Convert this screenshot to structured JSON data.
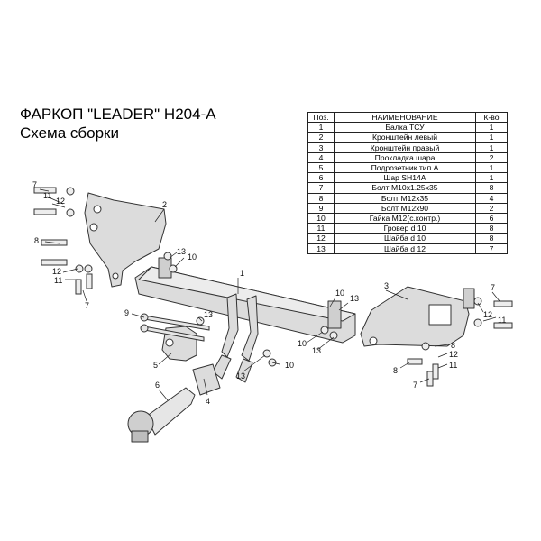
{
  "title": {
    "line1": "ФАРКОП \"LEADER\" H204-A",
    "line2": "Схема сборки"
  },
  "parts_table": {
    "headers": [
      "Поз.",
      "НАИМЕНОВАНИЕ",
      "К-во"
    ],
    "rows": [
      [
        "1",
        "Балка ТСУ",
        "1"
      ],
      [
        "2",
        "Кронштейн левый",
        "1"
      ],
      [
        "3",
        "Кронштейн правый",
        "1"
      ],
      [
        "4",
        "Прокладка шара",
        "2"
      ],
      [
        "5",
        "Подрозетник тип А",
        "1"
      ],
      [
        "6",
        "Шар SH14A",
        "1"
      ],
      [
        "7",
        "Болт М10х1.25х35",
        "8"
      ],
      [
        "8",
        "Болт М12х35",
        "4"
      ],
      [
        "9",
        "Болт М12х90",
        "2"
      ],
      [
        "10",
        "Гайка М12(с.контр.)",
        "6"
      ],
      [
        "11",
        "Гровер d 10",
        "8"
      ],
      [
        "12",
        "Шайба d 10",
        "8"
      ],
      [
        "13",
        "Шайба d 12",
        "7"
      ]
    ]
  },
  "callouts": {
    "c1": "1",
    "c2": "2",
    "c3": "3",
    "c4": "4",
    "c5": "5",
    "c6": "6",
    "c7a": "7",
    "c11a": "11",
    "c12a": "12",
    "c8a": "8",
    "c12b": "12",
    "c11b": "11",
    "c7b": "7",
    "c13a": "13",
    "c10a": "10",
    "c9": "9",
    "c13b": "13",
    "c13c": "13",
    "c10b": "10",
    "c10c": "10",
    "c13d": "13",
    "c13e": "13",
    "c10d": "10",
    "c7c": "7",
    "c12c": "12",
    "c11c": "11",
    "c8b": "8",
    "c12d": "12",
    "c11d": "11",
    "c8c": "8",
    "c7d": "7"
  },
  "colors": {
    "metal": "#dcdcdc",
    "outline": "#333333",
    "ball": "#cfcfcf"
  }
}
